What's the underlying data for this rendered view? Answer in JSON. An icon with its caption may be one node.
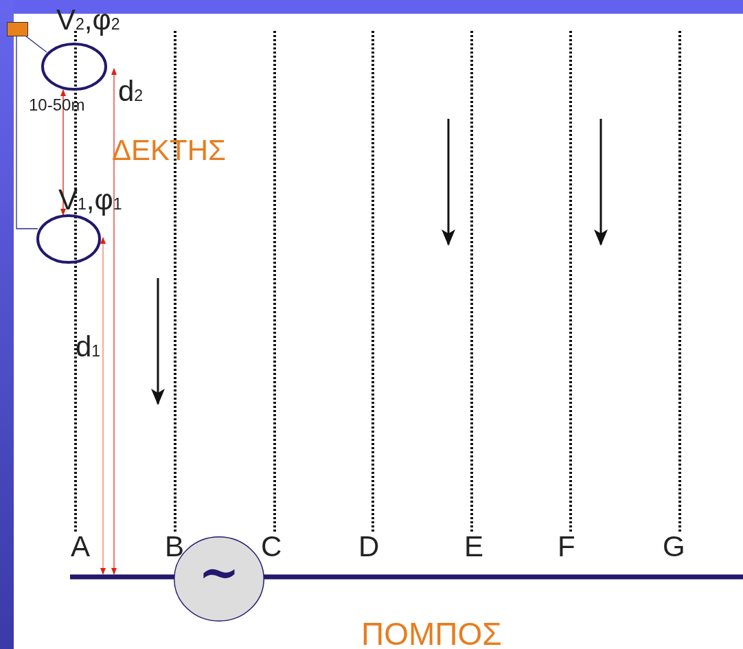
{
  "diagram": {
    "nodes": [
      {
        "text": [],
        "shape": "box"
      },
      {
        "text": [],
        "shape": "circle",
        "beside": [
          "V$_{2}$,φ$_{2}$"
        ]
      },
      {
        "text": [],
        "shape": "circle",
        "beside": [
          "V$_{1}$,φ$_{1}$"
        ]
      },
      {
        "text": [
          "~"
        ],
        "beside": [
          "ΠΟΜΠΟΣ"
        ]
      }
    ],
    "edges": [
      {
        "from": 0,
        "to": 1,
        "arrow": "none"
      },
      {
        "from": 0,
        "to": 2,
        "arrow": "none"
      },
      {
        "from": 1,
        "to": 2,
        "arrow": "both",
        "label": "10-50m",
        "color": "#e02010"
      }
    ],
    "labels": [
      "d$_{2}$",
      "ΔΕΚΤΗΣ",
      "d$_{1}$",
      "A",
      "B",
      "C",
      "D",
      "E",
      "F",
      "G"
    ]
  }
}
